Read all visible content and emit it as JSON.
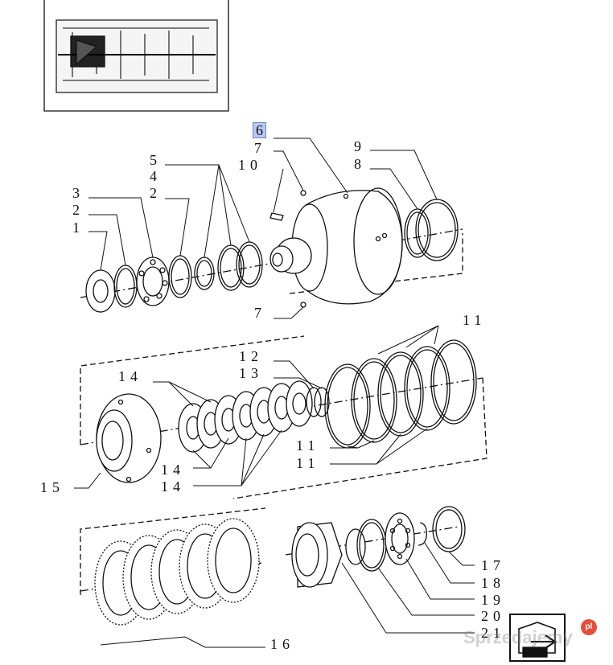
{
  "callouts": {
    "n1": "1",
    "n2a": "2",
    "n3": "3",
    "n2b": "2",
    "n4": "4",
    "n5": "5",
    "n6": "6",
    "n7a": "7",
    "n10": "10",
    "n7b": "7",
    "n8": "8",
    "n9": "9",
    "n11a": "11",
    "n12": "12",
    "n13": "13",
    "n14a": "14",
    "n15": "15",
    "n14b": "14",
    "n14c": "14",
    "n11b": "11",
    "n11c": "11",
    "n17": "17",
    "n18": "18",
    "n19": "19",
    "n20": "20",
    "n21": "21",
    "n16": "16"
  },
  "watermark": {
    "text": "Sprzedajemy",
    "badge": "pl"
  },
  "highlight_color": "#b8c8ef"
}
